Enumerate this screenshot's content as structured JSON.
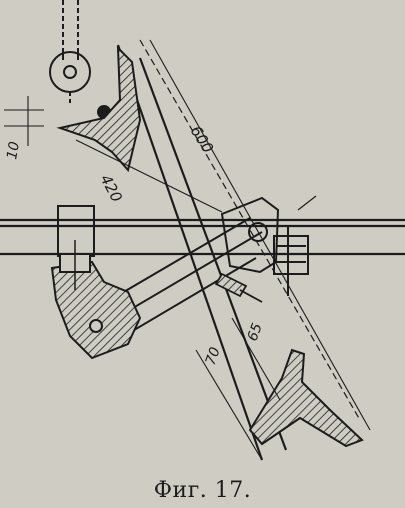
{
  "figure": {
    "caption": "Фиг. 17."
  },
  "dimensions": {
    "d600": "600",
    "d420": "420",
    "d10": "10",
    "d70": "70",
    "d65": "65"
  },
  "colors": {
    "paper": "#cfcdc3",
    "ink": "#1c1c1c"
  }
}
